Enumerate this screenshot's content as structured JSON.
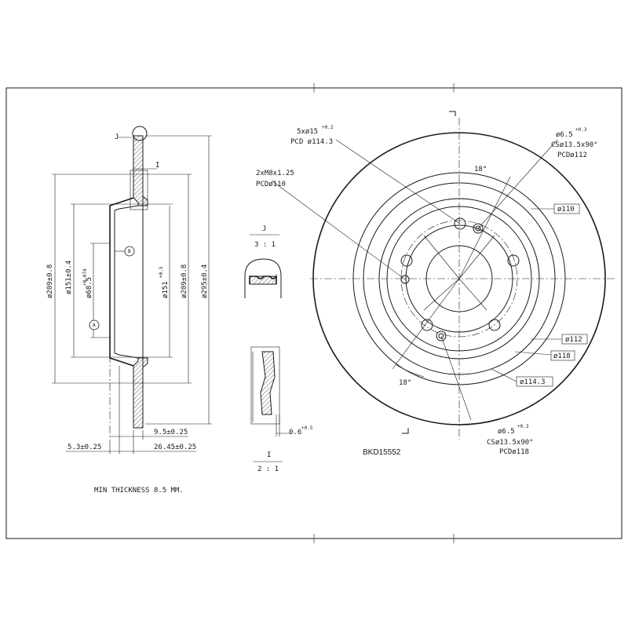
{
  "part_number": "BKD15552",
  "note": "MIN THICKNESS 8.5 MM.",
  "detail_j": {
    "label": "J",
    "scale": "3 : 1"
  },
  "detail_i": {
    "label": "I",
    "scale": "2 : 1"
  },
  "section": {
    "callout_j": "J",
    "callout_i": "I",
    "datum_a": "A",
    "datum_b": "B",
    "dims": {
      "d209_left": "ø209±0.8",
      "d151_left": "ø151±0.4",
      "d68": "ø68.5",
      "d68_tol": "+0.074",
      "d151_mid": "ø151",
      "d151_mid_tol": "+0.5",
      "d209_mid": "ø209±0.8",
      "d295": "ø295±0.4",
      "w9_5": "9.5±0.25",
      "w5_3": "5.3±0.25",
      "w26_45": "26.45±0.25",
      "detail_i_dim": "0.6",
      "detail_i_tol": "+0.5"
    }
  },
  "face": {
    "holes_5": "5xø15",
    "holes_5_tol": "+0.2",
    "pcd_114": "PCD ø114.3",
    "threads": "2xM8x1.25",
    "pcd_110": "PCDø110",
    "hole_65_top": "ø6.5",
    "tol_top": "+0.3",
    "cs_top": "CSø13.5x90°",
    "pcd_112": "PCDø112",
    "angle_top": "18°",
    "d110": "ø110",
    "d112": "ø112",
    "d118": "ø118",
    "d114": "ø114.3",
    "angle_bottom": "18°",
    "hole_65_bottom": "ø6.5",
    "tol_bottom": "+0.3",
    "cs_bottom": "CSø13.5x90°",
    "pcd_118": "PCDø118"
  }
}
